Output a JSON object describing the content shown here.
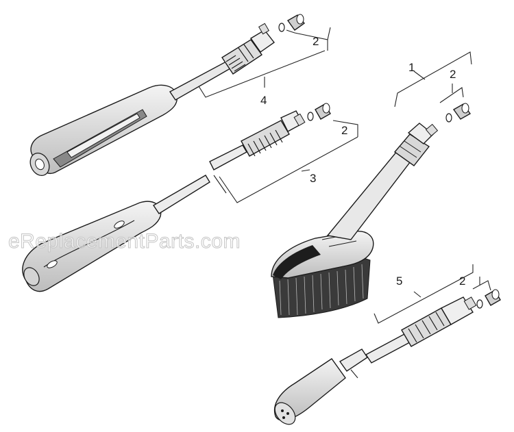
{
  "watermark": "eReplacementParts.com",
  "callouts": {
    "c1": "1",
    "c2a": "2",
    "c2b": "2",
    "c2c": "2",
    "c2d": "2",
    "c3": "3",
    "c4": "4",
    "c5": "5"
  },
  "colors": {
    "line": "#222222",
    "handle_fill": "#e6e6e6",
    "dark_fill": "#2a2a2a",
    "watermark_stroke": "#c4c4c4"
  }
}
